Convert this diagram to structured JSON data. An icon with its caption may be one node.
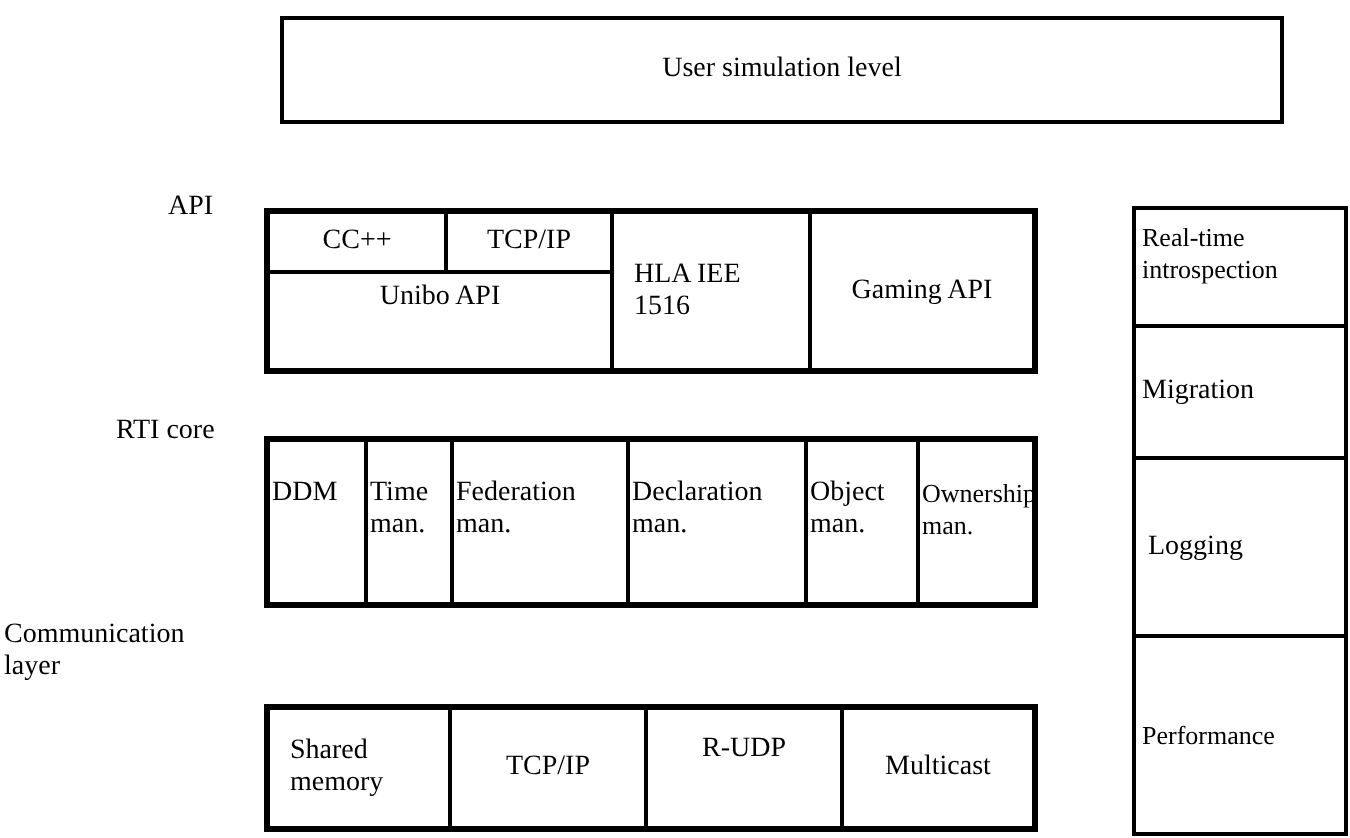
{
  "diagram": {
    "nodes": [
      {
        "text": [
          "User simulation level"
        ]
      },
      {
        "text": [
          "API"
        ]
      },
      {
        "text": [
          "CC++"
        ],
        "in": 1
      },
      {
        "text": [
          "TCP/IP"
        ],
        "in": 1
      },
      {
        "text": [
          "Unibo API"
        ],
        "in": 1
      },
      {
        "text": [
          "HLA IEE 1516"
        ],
        "in": 1
      },
      {
        "text": [
          "Gaming API"
        ],
        "in": 1
      },
      {
        "text": [
          "RTI core"
        ]
      },
      {
        "text": [
          "DDM"
        ],
        "in": 7
      },
      {
        "text": [
          "Time man."
        ],
        "in": 7
      },
      {
        "text": [
          "Federation man."
        ],
        "in": 7
      },
      {
        "text": [
          "Declaration man."
        ],
        "in": 7
      },
      {
        "text": [
          "Object man."
        ],
        "in": 7
      },
      {
        "text": [
          "Ownership man."
        ],
        "in": 7
      },
      {
        "text": [
          "Communication layer"
        ]
      },
      {
        "text": [
          "Shared memory"
        ],
        "in": 14
      },
      {
        "text": [
          "TCP/IP"
        ],
        "in": 14
      },
      {
        "text": [
          "R-UDP"
        ],
        "in": 14
      },
      {
        "text": [
          "Multicast"
        ],
        "in": 14
      },
      {
        "text": [
          "Real-time introspection"
        ]
      },
      {
        "text": [
          "Migration"
        ]
      },
      {
        "text": [
          "Logging"
        ]
      },
      {
        "text": [
          "Performance"
        ]
      }
    ]
  }
}
